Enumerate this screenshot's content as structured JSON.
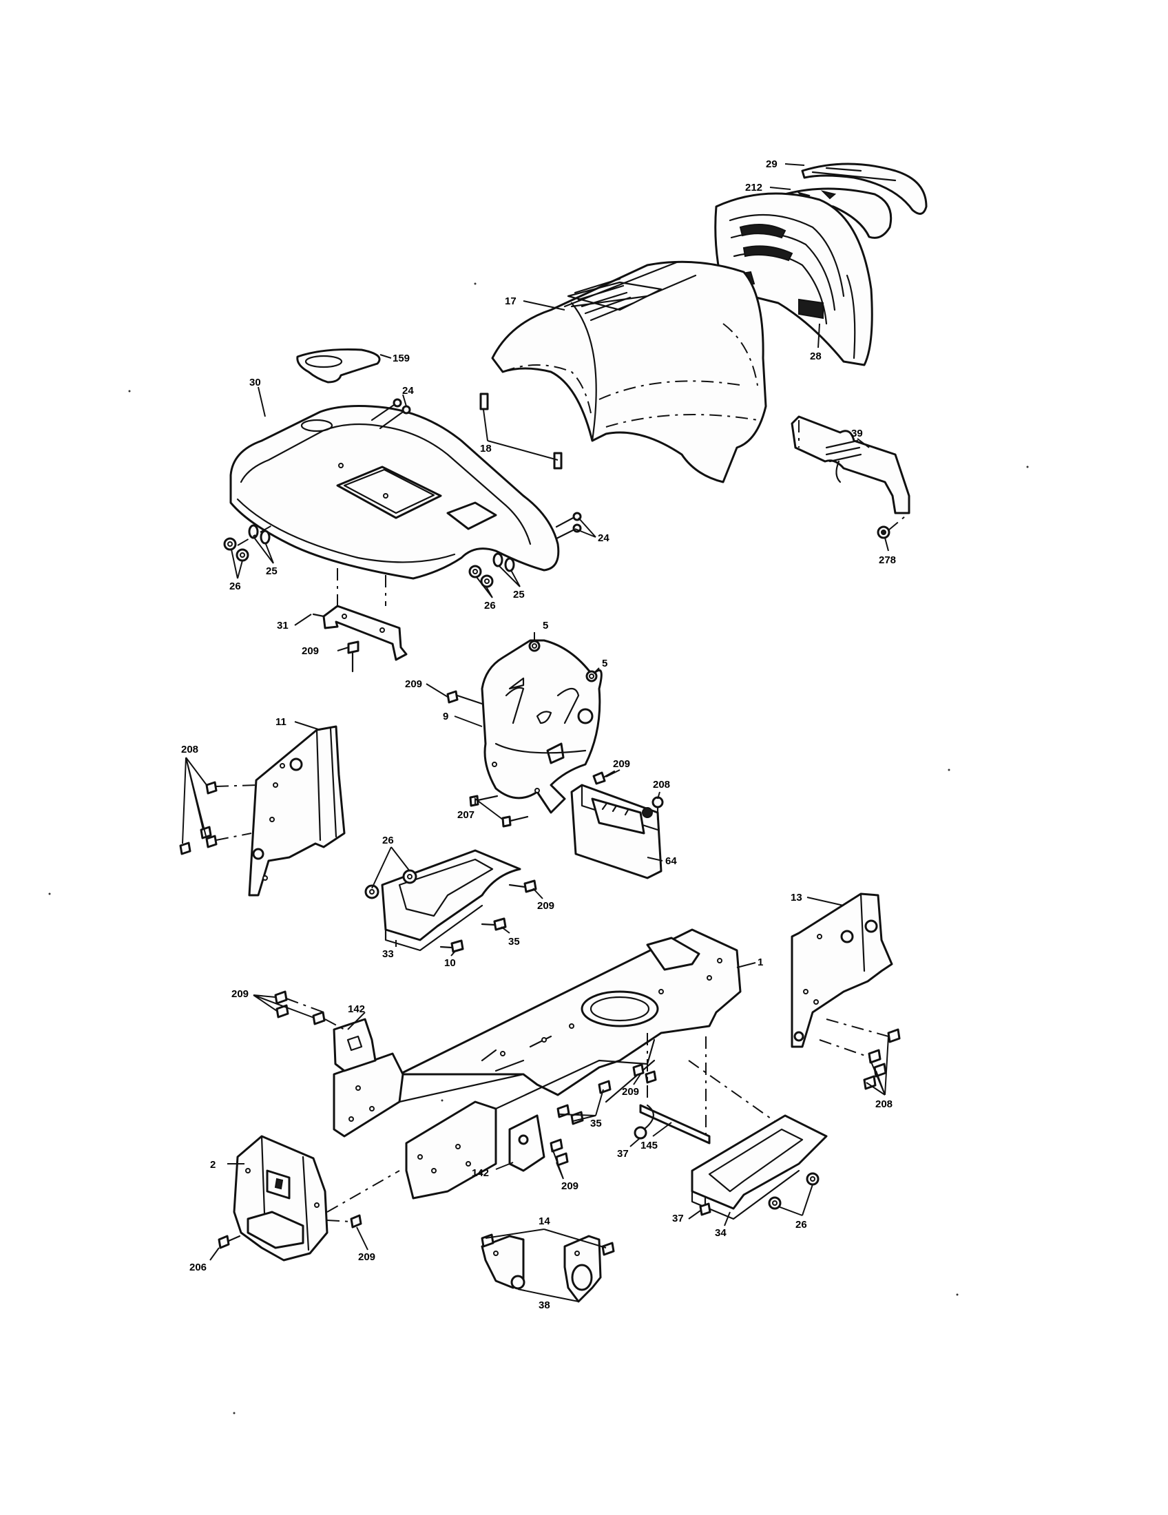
{
  "callouts": {
    "c29": "29",
    "c212": "212",
    "c17": "17",
    "c28": "28",
    "c159": "159",
    "c30": "30",
    "c24a": "24",
    "c18": "18",
    "c39": "39",
    "c24b": "24",
    "c26a": "26",
    "c25a": "25",
    "c26b": "26",
    "c25b": "25",
    "c278": "278",
    "c31": "31",
    "c209a": "209",
    "c5a": "5",
    "c5b": "5",
    "c209b": "209",
    "c9": "9",
    "c11": "11",
    "c208a": "208",
    "c209c": "209",
    "c208b": "208",
    "c207": "207",
    "c64": "64",
    "c26c": "26",
    "c209d": "209",
    "c35a": "35",
    "c33": "33",
    "c10": "10",
    "c13": "13",
    "c1": "1",
    "c209e": "209",
    "c142a": "142",
    "c209f": "209",
    "c208c": "208",
    "c35b": "35",
    "c37a": "37",
    "c145": "145",
    "c142b": "142",
    "c209g": "209",
    "c2": "2",
    "c37b": "37",
    "c26d": "26",
    "c34": "34",
    "c14": "14",
    "c206": "206",
    "c209h": "209",
    "c38": "38"
  }
}
